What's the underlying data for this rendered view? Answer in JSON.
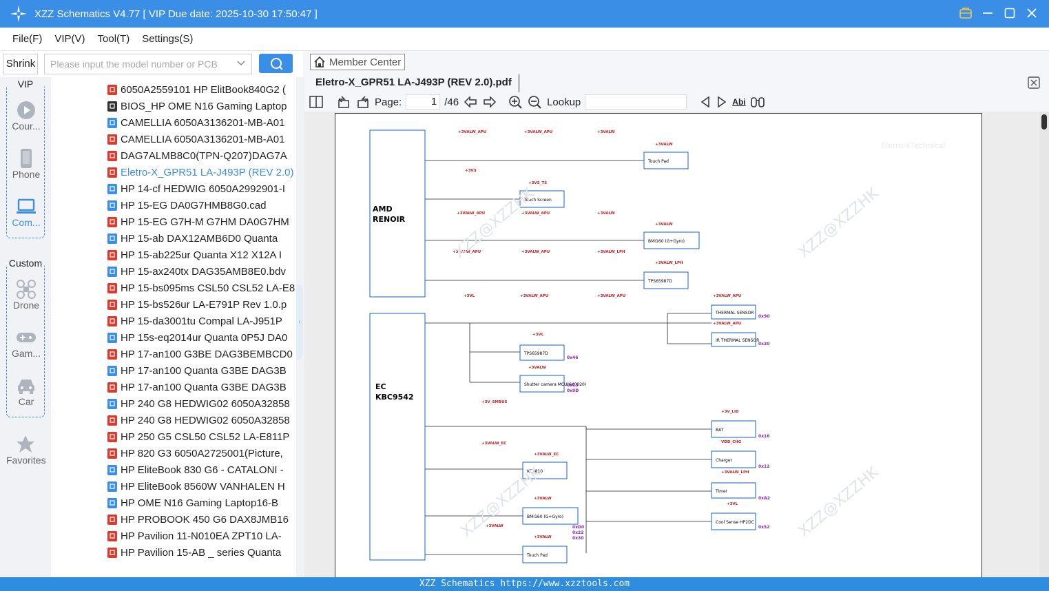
{
  "window": {
    "title": "XZZ Schematics V4.77 [ VIP Due date: 2025-10-30 17:50:47 ]"
  },
  "menu": [
    "File(F)",
    "VIP(V)",
    "Tool(T)",
    "Settings(S)"
  ],
  "search": {
    "shrink_label": "Shrink",
    "placeholder": "Please input the model number or PCB"
  },
  "nav": {
    "vip_title": "VIP",
    "custom_title": "Custom",
    "items": [
      {
        "label": "Cour...",
        "icon": "play-icon"
      },
      {
        "label": "Phone",
        "icon": "phone-icon"
      },
      {
        "label": "Com...",
        "icon": "laptop-icon"
      },
      {
        "label": "Drone",
        "icon": "drone-icon"
      },
      {
        "label": "Gam...",
        "icon": "gamepad-icon"
      },
      {
        "label": "Car",
        "icon": "car-icon"
      }
    ],
    "favorites": "Favorites"
  },
  "files": [
    {
      "name": "6050A2559101 HP ElitBook840G2 (",
      "type": "pdf"
    },
    {
      "name": "BIOS_HP OME N16 Gaming Laptop",
      "type": "bios"
    },
    {
      "name": "CAMELLIA 6050A3136201-MB-A01",
      "type": "cad"
    },
    {
      "name": "CAMELLIA 6050A3136201-MB-A01",
      "type": "pdf"
    },
    {
      "name": "DAG7ALMB8C0(TPN-Q207)DAG7A",
      "type": "pdf"
    },
    {
      "name": "Eletro-X_GPR51 LA-J493P (REV 2.0)",
      "type": "pdf",
      "selected": true
    },
    {
      "name": "HP 14-cf HEDWIG 6050A2992901-I",
      "type": "cad"
    },
    {
      "name": "HP 15-EG DA0G7HMB8G0.cad",
      "type": "cad"
    },
    {
      "name": "HP 15-EG G7H-M G7HM DA0G7HM",
      "type": "pdf"
    },
    {
      "name": "HP 15-ab DAX12AMB6D0 Quanta",
      "type": "cad"
    },
    {
      "name": "HP 15-ab225ur Quanta X12 X12A I",
      "type": "pdf"
    },
    {
      "name": "HP 15-ax240tx DAG35AMB8E0.bdv",
      "type": "cad"
    },
    {
      "name": "HP 15-bs095ms CSL50 CSL52 LA-E8",
      "type": "pdf"
    },
    {
      "name": "HP 15-bs526ur LA-E791P Rev 1.0.p",
      "type": "pdf"
    },
    {
      "name": "HP 15-da3001tu Compal LA-J951P",
      "type": "pdf"
    },
    {
      "name": "HP 15s-eq2014ur Quanta 0P5J DA0",
      "type": "cad"
    },
    {
      "name": "HP 17-an100 G3BE DAG3BEMBCD0",
      "type": "pdf"
    },
    {
      "name": "HP 17-an100 Quanta G3BE DAG3B",
      "type": "cad"
    },
    {
      "name": "HP 17-an100 Quanta G3BE DAG3B",
      "type": "pdf"
    },
    {
      "name": "HP 240 G8 HEDWIG02 6050A32858",
      "type": "cad"
    },
    {
      "name": "HP 240 G8 HEDWIG02 6050A32858",
      "type": "pdf"
    },
    {
      "name": "HP 250 G5 CSL50 CSL52 LA-E811P",
      "type": "pdf"
    },
    {
      "name": "HP 820 G3 6050A2725001(Picture,",
      "type": "pdf"
    },
    {
      "name": "HP EliteBook 830 G6 - CATALONI -",
      "type": "cad"
    },
    {
      "name": "HP EliteBook 8560W VANHALEN H",
      "type": "cad"
    },
    {
      "name": "HP OME N16 Gaming Laptop16-B",
      "type": "cad"
    },
    {
      "name": "HP PROBOOK 450 G6 DAX8JMB16",
      "type": "pdf"
    },
    {
      "name": "HP Pavilion 11-N010EA  ZPT10 LA-",
      "type": "pdf"
    },
    {
      "name": "HP Pavilion 15-AB _ series Quanta",
      "type": "pdf"
    }
  ],
  "viewer": {
    "member_center": "Member Center",
    "doc_title": "Eletro-X_GPR51 LA-J493P (REV 2.0).pdf",
    "page_label": "Page:",
    "page_value": "1",
    "page_total": "/46",
    "lookup_label": "Lookup",
    "abi_label": "Abi"
  },
  "schematic": {
    "cpu_label_1": "AMD",
    "cpu_label_2": "RENOIR",
    "ec_label_1": "EC",
    "ec_label_2": "KBC9542",
    "boxes": [
      "Touch Pad",
      "Touch Screen",
      "BMI160 (G+Gyro)",
      "TPS65987D",
      "THERMAL SENSOR",
      "IR THERMAL SENSOR",
      "TPS65987D",
      "Shutter camera MCU(6K0020)",
      "BAT",
      "Charger",
      "KC3810",
      "Timer",
      "BMI160 (G+Gyro)",
      "Cool Sense HP2DC",
      "Touch Pad"
    ],
    "rails": [
      "+3VALW_APU",
      "+3VALW_APU",
      "+3VALW",
      "+3VALW",
      "+3VS",
      "+3VS_TS",
      "+3VALW_APU",
      "+3VALW_APU",
      "+3VALW",
      "+3VALW",
      "+3VALW_APU",
      "+3VALW_APU",
      "+3VALW_LPH",
      "+3VALW_LPH",
      "+3VL",
      "+3VALW_APU",
      "+3VALW_APU",
      "+3VALW_APU",
      "+3VALW_APU",
      "+3VL",
      "+3VALW",
      "+3V_SMBUS",
      "+3V_LID",
      "VDD_CHG",
      "+3VALW_EC",
      "+3VALW_EC",
      "+3VALW_LPH",
      "+3VL",
      "+3VALW",
      "+3VALW",
      "+3VALW"
    ],
    "addresses": [
      "0x90",
      "0x20",
      "0x46",
      "0xC9",
      "0x9D",
      "0x16",
      "0x12",
      "0xA2",
      "0x52",
      "0xD0",
      "0x22",
      "0x30"
    ],
    "watermark": "XZZ@XZZHK",
    "watermark_2": "Eletro-XTechnical"
  },
  "status_bar": "XZZ Schematics https://www.xzztools.com"
}
